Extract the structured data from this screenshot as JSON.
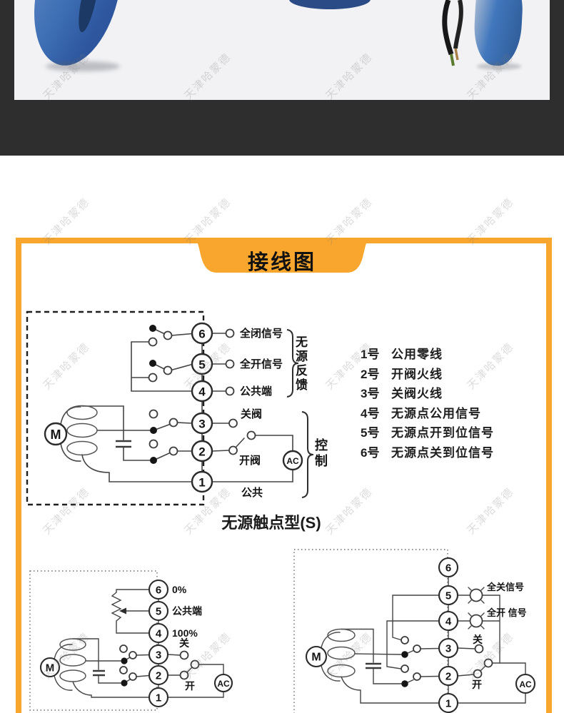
{
  "watermark": "天津哈蒙德",
  "banner": {
    "title": "接线图"
  },
  "colors": {
    "accent_orange": "#f8a62d",
    "dark_band": "#2e2e2e",
    "photo_bg": "#f2f2f4",
    "product_blue": "#3e6fb4"
  },
  "main_diagram": {
    "motor": "M",
    "ac": "AC",
    "terminals": [
      "6",
      "5",
      "4",
      "3",
      "2",
      "1"
    ],
    "labels": {
      "t6": "全闭信号",
      "t5": "全开信号",
      "t4": "公共端",
      "t3": "关阀",
      "t2": "开阀",
      "t1": "公共"
    },
    "brace_feedback": "无源反馈",
    "brace_control": "控制",
    "subtitle": "无源触点型(S)"
  },
  "notes": [
    {
      "no": "1号",
      "label": "公用零线"
    },
    {
      "no": "2号",
      "label": "开阀火线"
    },
    {
      "no": "3号",
      "label": "关阀火线"
    },
    {
      "no": "4号",
      "label": "无源点公用信号"
    },
    {
      "no": "5号",
      "label": "无源点开到位信号"
    },
    {
      "no": "6号",
      "label": "无源点关到位信号"
    }
  ],
  "left_diagram": {
    "motor": "M",
    "ac": "AC",
    "terminals": [
      "6",
      "5",
      "4",
      "3",
      "2",
      "1"
    ],
    "labels": {
      "t6": "0%",
      "t5": "公共端",
      "t4": "100%",
      "t3": "关",
      "t2": "开"
    }
  },
  "right_diagram": {
    "motor": "M",
    "ac": "AC",
    "terminals": [
      "6",
      "5",
      "4",
      "3",
      "2",
      "1"
    ],
    "labels": {
      "t5": "全关信号",
      "t4": "全开 信号",
      "t3": "关",
      "t2": "开"
    }
  }
}
